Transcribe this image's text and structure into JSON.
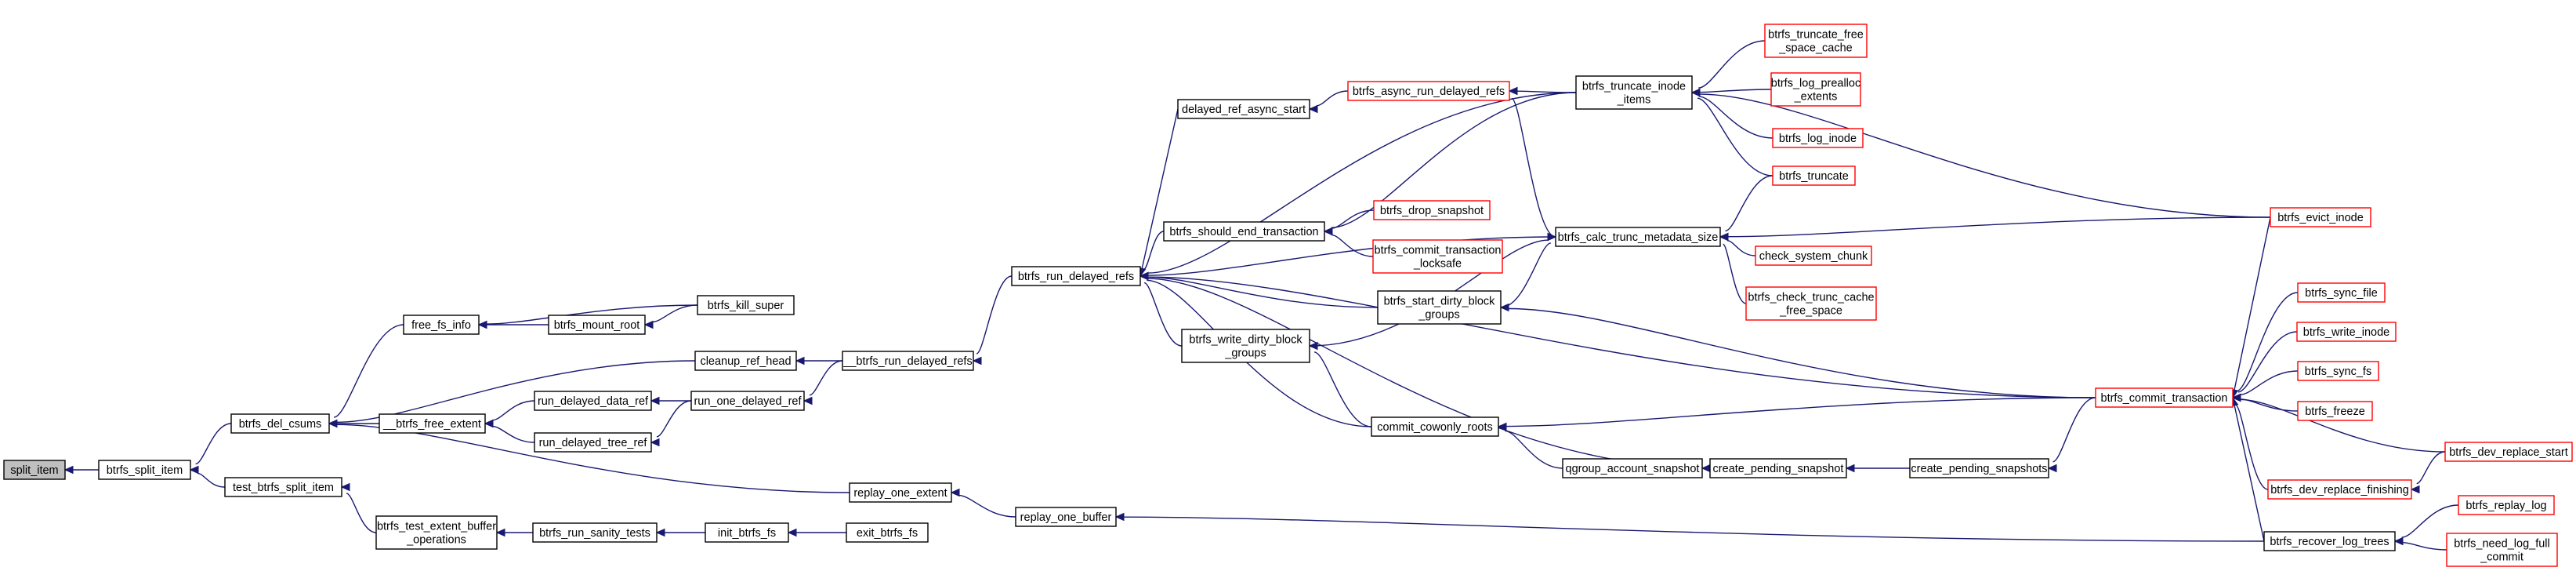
{
  "colors": {
    "edge": "#191970",
    "box_normal": "#000000",
    "box_truncated": "#ff0000",
    "root_fill": "#bfbfbf",
    "fill": "#ffffff"
  },
  "nodes": [
    {
      "id": "split_item",
      "lines": [
        "split_item"
      ],
      "kind": "root"
    },
    {
      "id": "btrfs_split_item",
      "lines": [
        "btrfs_split_item"
      ],
      "kind": "normal"
    },
    {
      "id": "btrfs_del_csums",
      "lines": [
        "btrfs_del_csums"
      ],
      "kind": "normal"
    },
    {
      "id": "test_btrfs_split_item",
      "lines": [
        "test_btrfs_split_item"
      ],
      "kind": "normal"
    },
    {
      "id": "free_fs_info",
      "lines": [
        "free_fs_info"
      ],
      "kind": "normal"
    },
    {
      "id": "btrfs_mount_root",
      "lines": [
        "btrfs_mount_root"
      ],
      "kind": "normal"
    },
    {
      "id": "btrfs_kill_super",
      "lines": [
        "btrfs_kill_super"
      ],
      "kind": "normal"
    },
    {
      "id": "cleanup_ref_head",
      "lines": [
        "cleanup_ref_head"
      ],
      "kind": "normal"
    },
    {
      "id": "__btrfs_free_extent",
      "lines": [
        "__btrfs_free_extent"
      ],
      "kind": "normal"
    },
    {
      "id": "run_delayed_data_ref",
      "lines": [
        "run_delayed_data_ref"
      ],
      "kind": "normal"
    },
    {
      "id": "run_delayed_tree_ref",
      "lines": [
        "run_delayed_tree_ref"
      ],
      "kind": "normal"
    },
    {
      "id": "run_one_delayed_ref",
      "lines": [
        "run_one_delayed_ref"
      ],
      "kind": "normal"
    },
    {
      "id": "__btrfs_run_delayed_refs",
      "lines": [
        "__btrfs_run_delayed_refs"
      ],
      "kind": "normal"
    },
    {
      "id": "btrfs_test_extent_buffer_operations",
      "lines": [
        "btrfs_test_extent_buffer",
        "_operations"
      ],
      "kind": "normal"
    },
    {
      "id": "btrfs_run_sanity_tests",
      "lines": [
        "btrfs_run_sanity_tests"
      ],
      "kind": "normal"
    },
    {
      "id": "init_btrfs_fs",
      "lines": [
        "init_btrfs_fs"
      ],
      "kind": "normal"
    },
    {
      "id": "exit_btrfs_fs",
      "lines": [
        "exit_btrfs_fs"
      ],
      "kind": "normal"
    },
    {
      "id": "replay_one_extent",
      "lines": [
        "replay_one_extent"
      ],
      "kind": "normal"
    },
    {
      "id": "replay_one_buffer",
      "lines": [
        "replay_one_buffer"
      ],
      "kind": "normal"
    },
    {
      "id": "btrfs_run_delayed_refs",
      "lines": [
        "btrfs_run_delayed_refs"
      ],
      "kind": "normal"
    },
    {
      "id": "delayed_ref_async_start",
      "lines": [
        "delayed_ref_async_start"
      ],
      "kind": "normal"
    },
    {
      "id": "btrfs_async_run_delayed_refs",
      "lines": [
        "btrfs_async_run_delayed_refs"
      ],
      "kind": "truncated"
    },
    {
      "id": "btrfs_should_end_transaction",
      "lines": [
        "btrfs_should_end_transaction"
      ],
      "kind": "normal"
    },
    {
      "id": "btrfs_drop_snapshot",
      "lines": [
        "btrfs_drop_snapshot"
      ],
      "kind": "truncated"
    },
    {
      "id": "btrfs_commit_transaction_locksafe",
      "lines": [
        "btrfs_commit_transaction",
        "_locksafe"
      ],
      "kind": "truncated"
    },
    {
      "id": "btrfs_start_dirty_block_groups",
      "lines": [
        "btrfs_start_dirty_block",
        "_groups"
      ],
      "kind": "normal"
    },
    {
      "id": "btrfs_write_dirty_block_groups",
      "lines": [
        "btrfs_write_dirty_block",
        "_groups"
      ],
      "kind": "normal"
    },
    {
      "id": "commit_cowonly_roots",
      "lines": [
        "commit_cowonly_roots"
      ],
      "kind": "normal"
    },
    {
      "id": "qgroup_account_snapshot",
      "lines": [
        "qgroup_account_snapshot"
      ],
      "kind": "normal"
    },
    {
      "id": "create_pending_snapshot",
      "lines": [
        "create_pending_snapshot"
      ],
      "kind": "normal"
    },
    {
      "id": "create_pending_snapshots",
      "lines": [
        "create_pending_snapshots"
      ],
      "kind": "normal"
    },
    {
      "id": "btrfs_truncate_inode_items",
      "lines": [
        "btrfs_truncate_inode",
        "_items"
      ],
      "kind": "normal"
    },
    {
      "id": "btrfs_calc_trunc_metadata_size",
      "lines": [
        "btrfs_calc_trunc_metadata_size"
      ],
      "kind": "normal"
    },
    {
      "id": "btrfs_truncate_free_space_cache",
      "lines": [
        "btrfs_truncate_free",
        "_space_cache"
      ],
      "kind": "truncated"
    },
    {
      "id": "btrfs_log_prealloc_extents",
      "lines": [
        "btrfs_log_prealloc",
        "_extents"
      ],
      "kind": "truncated"
    },
    {
      "id": "btrfs_log_inode",
      "lines": [
        "btrfs_log_inode"
      ],
      "kind": "truncated"
    },
    {
      "id": "btrfs_truncate",
      "lines": [
        "btrfs_truncate"
      ],
      "kind": "truncated"
    },
    {
      "id": "check_system_chunk",
      "lines": [
        "check_system_chunk"
      ],
      "kind": "truncated"
    },
    {
      "id": "btrfs_check_trunc_cache_free_space",
      "lines": [
        "btrfs_check_trunc_cache",
        "_free_space"
      ],
      "kind": "truncated"
    },
    {
      "id": "btrfs_evict_inode",
      "lines": [
        "btrfs_evict_inode"
      ],
      "kind": "truncated"
    },
    {
      "id": "btrfs_commit_transaction",
      "lines": [
        "btrfs_commit_transaction"
      ],
      "kind": "truncated"
    },
    {
      "id": "btrfs_sync_file",
      "lines": [
        "btrfs_sync_file"
      ],
      "kind": "truncated"
    },
    {
      "id": "btrfs_write_inode",
      "lines": [
        "btrfs_write_inode"
      ],
      "kind": "truncated"
    },
    {
      "id": "btrfs_sync_fs",
      "lines": [
        "btrfs_sync_fs"
      ],
      "kind": "truncated"
    },
    {
      "id": "btrfs_freeze",
      "lines": [
        "btrfs_freeze"
      ],
      "kind": "truncated"
    },
    {
      "id": "btrfs_dev_replace_start",
      "lines": [
        "btrfs_dev_replace_start"
      ],
      "kind": "truncated"
    },
    {
      "id": "btrfs_dev_replace_finishing",
      "lines": [
        "btrfs_dev_replace_finishing"
      ],
      "kind": "truncated"
    },
    {
      "id": "btrfs_recover_log_trees",
      "lines": [
        "btrfs_recover_log_trees"
      ],
      "kind": "normal"
    },
    {
      "id": "btrfs_replay_log",
      "lines": [
        "btrfs_replay_log"
      ],
      "kind": "truncated"
    },
    {
      "id": "btrfs_need_log_full_commit",
      "lines": [
        "btrfs_need_log_full",
        "_commit"
      ],
      "kind": "truncated"
    }
  ],
  "edges": [
    [
      "btrfs_split_item",
      "split_item"
    ],
    [
      "btrfs_del_csums",
      "btrfs_split_item"
    ],
    [
      "test_btrfs_split_item",
      "btrfs_split_item"
    ],
    [
      "free_fs_info",
      "btrfs_del_csums"
    ],
    [
      "cleanup_ref_head",
      "btrfs_del_csums"
    ],
    [
      "__btrfs_free_extent",
      "btrfs_del_csums"
    ],
    [
      "replay_one_extent",
      "btrfs_del_csums"
    ],
    [
      "btrfs_kill_super",
      "free_fs_info"
    ],
    [
      "btrfs_mount_root",
      "free_fs_info"
    ],
    [
      "btrfs_kill_super",
      "btrfs_mount_root"
    ],
    [
      "__btrfs_run_delayed_refs",
      "cleanup_ref_head"
    ],
    [
      "run_delayed_data_ref",
      "__btrfs_free_extent"
    ],
    [
      "run_delayed_tree_ref",
      "__btrfs_free_extent"
    ],
    [
      "run_one_delayed_ref",
      "run_delayed_data_ref"
    ],
    [
      "run_one_delayed_ref",
      "run_delayed_tree_ref"
    ],
    [
      "__btrfs_run_delayed_refs",
      "run_one_delayed_ref"
    ],
    [
      "btrfs_run_delayed_refs",
      "__btrfs_run_delayed_refs"
    ],
    [
      "btrfs_test_extent_buffer_operations",
      "test_btrfs_split_item"
    ],
    [
      "btrfs_run_sanity_tests",
      "btrfs_test_extent_buffer_operations"
    ],
    [
      "init_btrfs_fs",
      "btrfs_run_sanity_tests"
    ],
    [
      "exit_btrfs_fs",
      "init_btrfs_fs"
    ],
    [
      "replay_one_buffer",
      "replay_one_extent"
    ],
    [
      "btrfs_recover_log_trees",
      "replay_one_buffer"
    ],
    [
      "delayed_ref_async_start",
      "btrfs_run_delayed_refs"
    ],
    [
      "btrfs_should_end_transaction",
      "btrfs_run_delayed_refs"
    ],
    [
      "btrfs_start_dirty_block_groups",
      "btrfs_run_delayed_refs"
    ],
    [
      "btrfs_write_dirty_block_groups",
      "btrfs_run_delayed_refs"
    ],
    [
      "commit_cowonly_roots",
      "btrfs_run_delayed_refs"
    ],
    [
      "create_pending_snapshot",
      "btrfs_run_delayed_refs"
    ],
    [
      "btrfs_commit_transaction",
      "btrfs_run_delayed_refs"
    ],
    [
      "btrfs_truncate_inode_items",
      "btrfs_run_delayed_refs"
    ],
    [
      "btrfs_calc_trunc_metadata_size",
      "btrfs_run_delayed_refs"
    ],
    [
      "btrfs_async_run_delayed_refs",
      "delayed_ref_async_start"
    ],
    [
      "btrfs_truncate_inode_items",
      "btrfs_async_run_delayed_refs"
    ],
    [
      "btrfs_calc_trunc_metadata_size",
      "btrfs_async_run_delayed_refs"
    ],
    [
      "btrfs_drop_snapshot",
      "btrfs_should_end_transaction"
    ],
    [
      "btrfs_commit_transaction_locksafe",
      "btrfs_should_end_transaction"
    ],
    [
      "btrfs_truncate_inode_items",
      "btrfs_should_end_transaction"
    ],
    [
      "btrfs_commit_transaction",
      "btrfs_start_dirty_block_groups"
    ],
    [
      "commit_cowonly_roots",
      "btrfs_write_dirty_block_groups"
    ],
    [
      "btrfs_commit_transaction",
      "commit_cowonly_roots"
    ],
    [
      "qgroup_account_snapshot",
      "commit_cowonly_roots"
    ],
    [
      "create_pending_snapshot",
      "qgroup_account_snapshot"
    ],
    [
      "create_pending_snapshots",
      "create_pending_snapshot"
    ],
    [
      "btrfs_commit_transaction",
      "create_pending_snapshots"
    ],
    [
      "btrfs_truncate_free_space_cache",
      "btrfs_truncate_inode_items"
    ],
    [
      "btrfs_log_prealloc_extents",
      "btrfs_truncate_inode_items"
    ],
    [
      "btrfs_log_inode",
      "btrfs_truncate_inode_items"
    ],
    [
      "btrfs_truncate",
      "btrfs_truncate_inode_items"
    ],
    [
      "btrfs_evict_inode",
      "btrfs_truncate_inode_items"
    ],
    [
      "btrfs_truncate",
      "btrfs_calc_trunc_metadata_size"
    ],
    [
      "btrfs_evict_inode",
      "btrfs_calc_trunc_metadata_size"
    ],
    [
      "check_system_chunk",
      "btrfs_calc_trunc_metadata_size"
    ],
    [
      "btrfs_check_trunc_cache_free_space",
      "btrfs_calc_trunc_metadata_size"
    ],
    [
      "btrfs_start_dirty_block_groups",
      "btrfs_calc_trunc_metadata_size"
    ],
    [
      "btrfs_write_dirty_block_groups",
      "btrfs_calc_trunc_metadata_size"
    ],
    [
      "btrfs_evict_inode",
      "btrfs_commit_transaction"
    ],
    [
      "btrfs_sync_file",
      "btrfs_commit_transaction"
    ],
    [
      "btrfs_write_inode",
      "btrfs_commit_transaction"
    ],
    [
      "btrfs_sync_fs",
      "btrfs_commit_transaction"
    ],
    [
      "btrfs_freeze",
      "btrfs_commit_transaction"
    ],
    [
      "btrfs_dev_replace_start",
      "btrfs_commit_transaction"
    ],
    [
      "btrfs_dev_replace_finishing",
      "btrfs_commit_transaction"
    ],
    [
      "btrfs_recover_log_trees",
      "btrfs_commit_transaction"
    ],
    [
      "btrfs_dev_replace_start",
      "btrfs_dev_replace_finishing"
    ],
    [
      "btrfs_replay_log",
      "btrfs_recover_log_trees"
    ],
    [
      "btrfs_need_log_full_commit",
      "btrfs_recover_log_trees"
    ]
  ]
}
